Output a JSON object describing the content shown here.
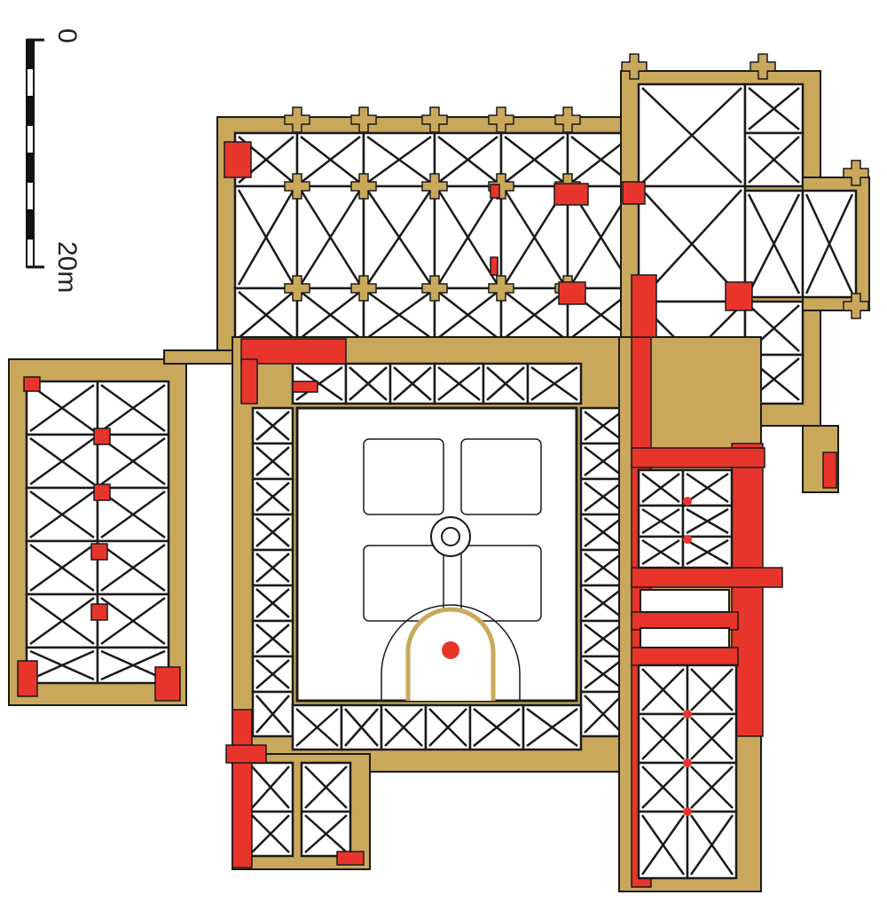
{
  "scale_bar": {
    "start_label": "0",
    "end_label": "20m",
    "length_m": 20
  },
  "colors": {
    "wall": "#c9a85c",
    "red": "#e8352c",
    "line": "#1a1a1a",
    "background": "#ffffff"
  }
}
